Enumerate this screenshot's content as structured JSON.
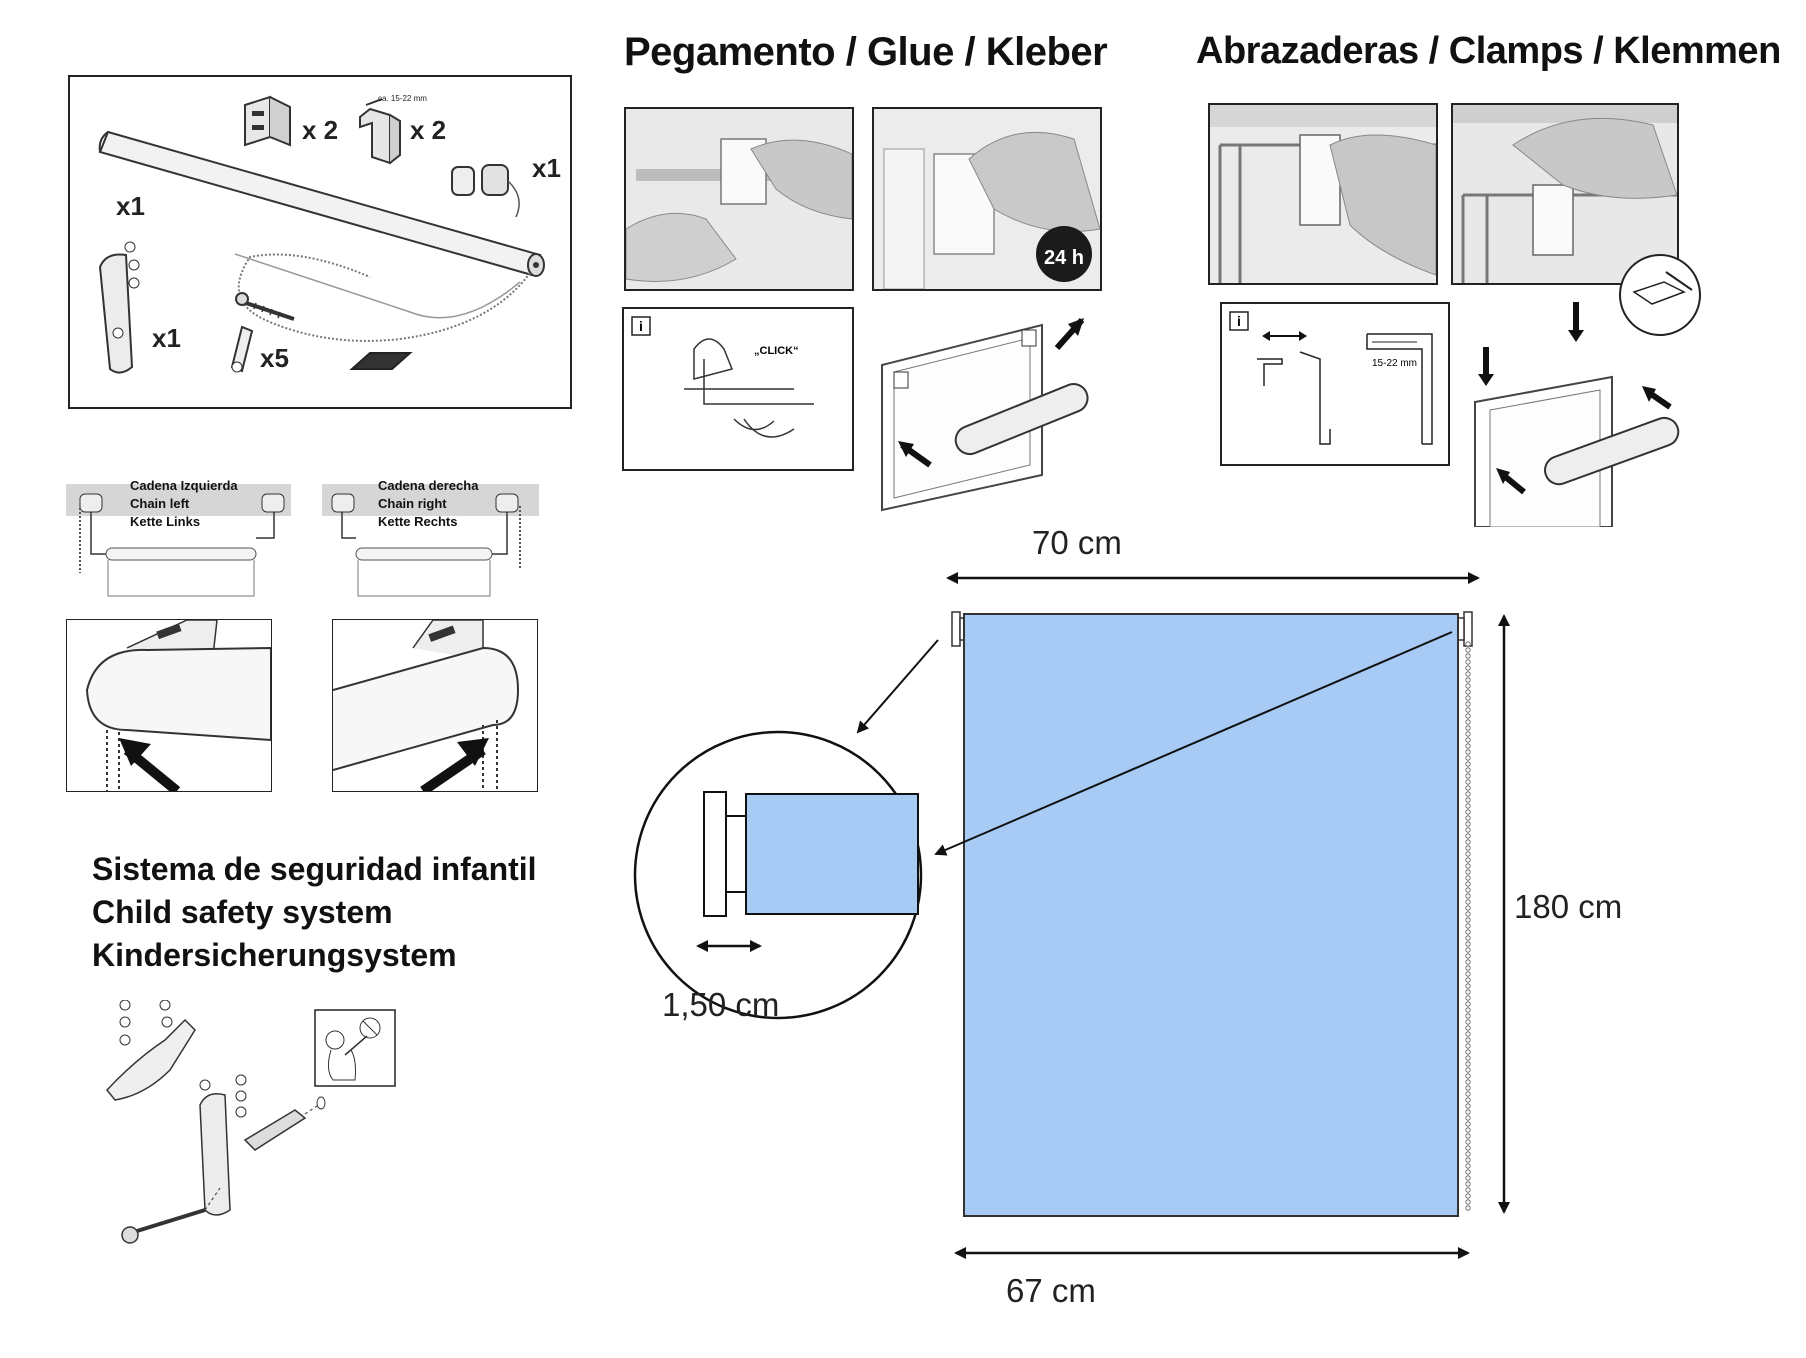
{
  "headers": {
    "glue": "Pegamento / Glue / Kleber",
    "clamps": "Abrazaderas / Clamps / Klemmen"
  },
  "parts_box": {
    "bracket_qty": "x 2",
    "clamp_qty": "x 2",
    "clamp_gap_label": "ca. 15-22 mm",
    "end_caps_qty": "x1",
    "roller_qty": "x1",
    "chain_holder_qty": "x1",
    "screws_qty": "x5"
  },
  "glue_steps": {
    "timer_label": "24 h",
    "info_icon": "i",
    "click_label": "„CLICK“"
  },
  "clamp_steps": {
    "info_icon": "i",
    "gap_label": "15-22 mm"
  },
  "chain_side": {
    "left": [
      "Cadena Izquierda",
      "Chain left",
      "Kette Links"
    ],
    "right": [
      "Cadena derecha",
      "Chain right",
      "Kette Rechts"
    ]
  },
  "safety": {
    "lines": [
      "Sistema de seguridad infantil",
      "Child safety system",
      "Kindersicherungsystem"
    ]
  },
  "dimensions": {
    "total_width": "70 cm",
    "height": "180 cm",
    "fabric_width": "67 cm",
    "bracket_offset": "1,50 cm"
  },
  "colors": {
    "fabric": "#a8cbf6",
    "line": "#222222"
  }
}
